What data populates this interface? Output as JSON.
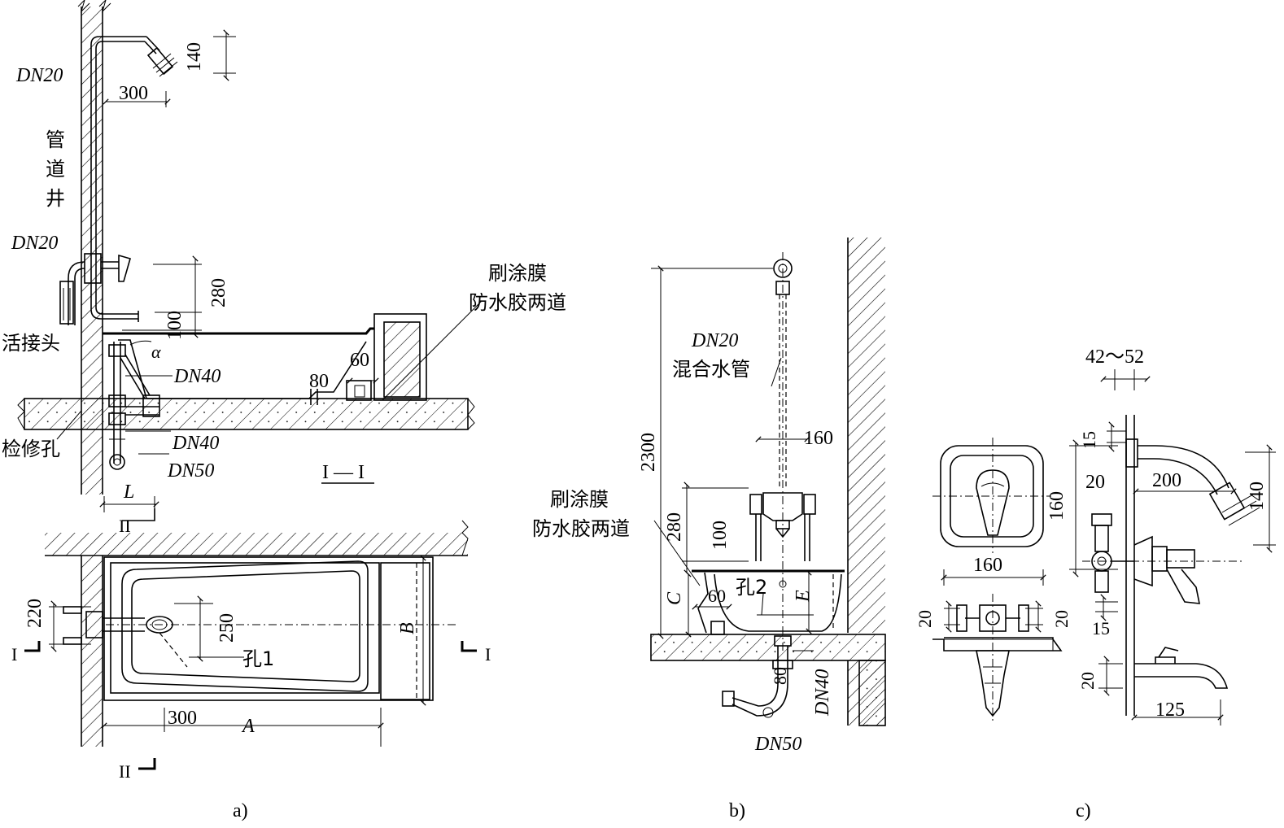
{
  "panel_a": {
    "caption": "a)",
    "section_label": "I — I",
    "labels": {
      "dn20_top": "DN20",
      "pipe_shaft_1": "管",
      "pipe_shaft_2": "道",
      "pipe_shaft_3": "井",
      "dn20_mid": "DN20",
      "union": "活接头",
      "dn40_a": "DN40",
      "dn40_b": "DN40",
      "inspection_hole": "检修孔",
      "dn50": "DN50",
      "alpha": "α",
      "L": "L",
      "membrane_1": "刷涂膜",
      "membrane_2": "防水胶两道",
      "hole1": "孔1",
      "A": "A",
      "B": "B",
      "section_I_left": "I",
      "section_I_right": "I",
      "section_II_top": "II",
      "section_II_bottom": "II"
    },
    "dims": {
      "d140": "140",
      "d300_top": "300",
      "d280": "280",
      "d100": "100",
      "d60": "60",
      "d80": "80",
      "d220": "220",
      "d250": "250",
      "d300_bottom": "300"
    }
  },
  "panel_b": {
    "caption": "b)",
    "labels": {
      "dn20": "DN20",
      "mix_pipe": "混合水管",
      "membrane_1": "刷涂膜",
      "membrane_2": "防水胶两道",
      "hole2": "孔2",
      "C": "C",
      "E": "E",
      "dn40": "DN40",
      "dn50": "DN50"
    },
    "dims": {
      "d2300": "2300",
      "d160": "160",
      "d280": "280",
      "d100": "100",
      "d60": "60",
      "d80": "80"
    }
  },
  "panel_c": {
    "caption": "c)",
    "dims": {
      "d42_52": "42～52",
      "d15_top": "15",
      "d20_top": "20",
      "d160_v": "160",
      "d200": "200",
      "d140": "140",
      "d160_h": "160",
      "d20_left": "20",
      "d20_right": "20",
      "d15_bottom": "15",
      "d20_bottom": "20",
      "d125": "125"
    }
  }
}
